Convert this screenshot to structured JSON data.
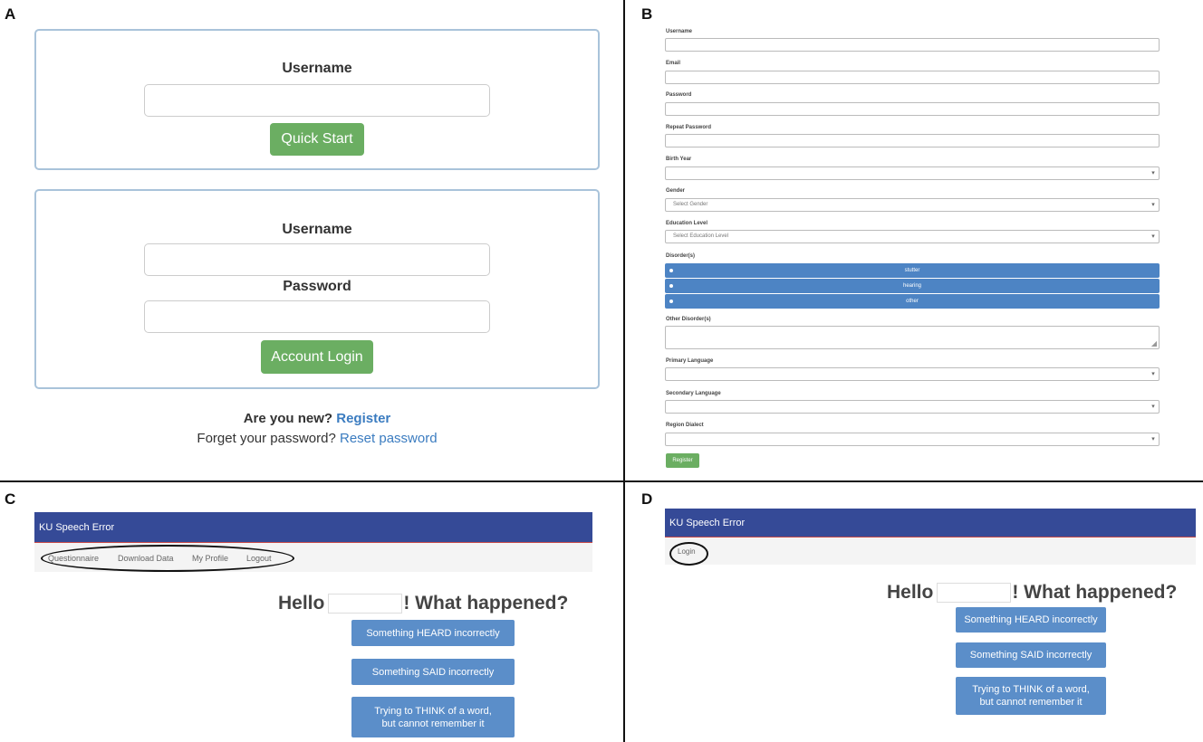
{
  "panels": {
    "a": "A",
    "b": "B",
    "c": "C",
    "d": "D"
  },
  "panel_a": {
    "quick_start": {
      "username_label": "Username",
      "button_label": "Quick Start"
    },
    "account_login": {
      "username_label": "Username",
      "password_label": "Password",
      "button_label": "Account Login"
    },
    "register_prompt": "Are you new?",
    "register_link": "Register",
    "forgot_prompt": "Forget your password?",
    "reset_link": "Reset password",
    "colors": {
      "button": "#6bae62",
      "link": "#3b7cc0",
      "box_border": "#a9c3da"
    }
  },
  "panel_b": {
    "fields": {
      "username": "Username",
      "email": "Email",
      "password": "Password",
      "repeat_password": "Repeat Password",
      "birth_year": "Birth Year",
      "gender": "Gender",
      "gender_placeholder": "Select Gender",
      "education": "Education Level",
      "education_placeholder": "Select Education Level",
      "disorders": "Disorder(s)",
      "other_disorders": "Other Disorder(s)",
      "primary_language": "Primary Language",
      "secondary_language": "Secondary Language",
      "region_dialect": "Region Dialect"
    },
    "disorder_options": [
      "stutter",
      "hearing",
      "other"
    ],
    "register_button": "Register",
    "colors": {
      "option": "#4d84c4",
      "button": "#6bae62"
    }
  },
  "panel_c": {
    "app_title": "KU Speech Error",
    "nav": {
      "questionnaire": "Questionnaire",
      "download_data": "Download Data",
      "my_profile": "My Profile",
      "logout": "Logout"
    },
    "hello": "Hello",
    "question": "! What happened?",
    "buttons": {
      "heard": "Something HEARD incorrectly",
      "said": "Something SAID incorrectly",
      "think_line1": "Trying to THINK of a word,",
      "think_line2": "but cannot remember it"
    }
  },
  "panel_d": {
    "app_title": "KU Speech Error",
    "nav": {
      "login": "Login"
    },
    "hello": "Hello",
    "question": "! What happened?",
    "buttons": {
      "heard": "Something HEARD incorrectly",
      "said": "Something SAID incorrectly",
      "think_line1": "Trying to THINK of a word,",
      "think_line2": "but cannot remember it"
    }
  },
  "colors": {
    "navbar": "#354a97",
    "action_button": "#5b8ec9",
    "navbar_accent": "#c74a4a"
  }
}
